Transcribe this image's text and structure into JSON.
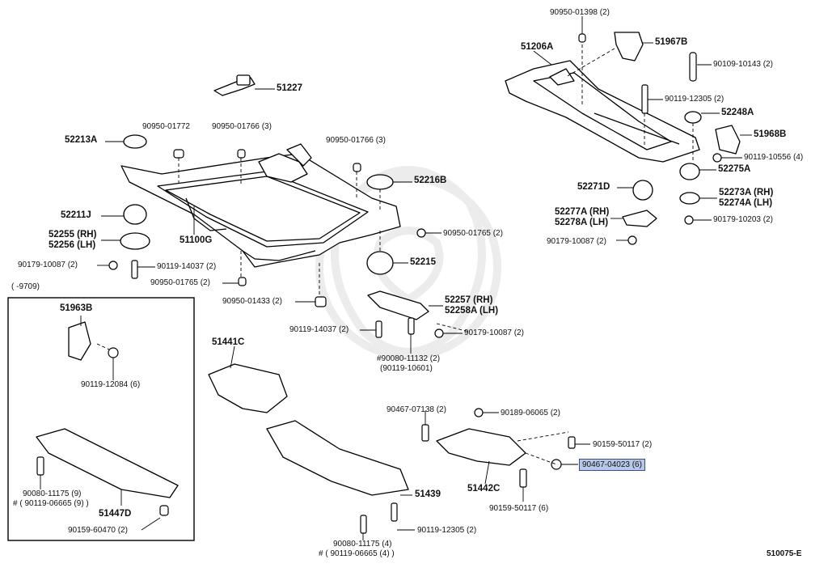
{
  "diagram": {
    "code": "510075-E",
    "date_range": "(      -9709)",
    "labels": {
      "p90950_01398": "90950-01398 (2)",
      "p51967B": "51967B",
      "p51206A": "51206A",
      "p90109_10143": "90109-10143 (2)",
      "p90119_12305a": "90119-12305 (2)",
      "p52248A": "52248A",
      "p51968B": "51968B",
      "p90119_10556": "90119-10556 (4)",
      "p52275A": "52275A",
      "p52271D": "52271D",
      "p52273A": "52273A (RH)",
      "p52274A": "52274A (LH)",
      "p52277A": "52277A (RH)",
      "p52278A": "52278A (LH)",
      "p90179_10203": "90179-10203 (2)",
      "p90179_10087a": "90179-10087 (2)",
      "p51227": "51227",
      "p90950_01772": "90950-01772",
      "p90950_01766a": "90950-01766 (3)",
      "p90950_01766b": "90950-01766 (3)",
      "p52213A": "52213A",
      "p52216B": "52216B",
      "p52211J": "52211J",
      "p52255": "52255 (RH)",
      "p52256": "52256 (LH)",
      "p51100G": "51100G",
      "p90950_01765a": "90950-01765 (2)",
      "p90179_10087b": "90179-10087 (2)",
      "p90119_14037a": "90119-14037 (2)",
      "p90950_01765b": "90950-01765 (2)",
      "p52215": "52215",
      "p90950_01433": "90950-01433 (2)",
      "p52257": "52257  (RH)",
      "p52258A": "52258A (LH)",
      "p90119_14037b": "90119-14037 (2)",
      "p90179_10087c": "90179-10087 (2)",
      "p90080_11132": "#90080-11132 (2)",
      "p90119_10601": "(90119-10601)",
      "p51963B": "51963B",
      "p90119_12084": "90119-12084 (6)",
      "p51441C": "51441C",
      "p90467_07138": "90467-07138 (2)",
      "p90189_06065": "90189-06065 (2)",
      "p90159_50117a": "90159-50117 (2)",
      "p90467_04023": "90467-04023 (6)",
      "p51442C": "51442C",
      "p90159_50117b": "90159-50117 (6)",
      "p51439": "51439",
      "p90080_11175a": "90080-11175 (9)",
      "p90119_06665a": "# ( 90119-06665 (9) )",
      "p51447D": "51447D",
      "p90159_60470": "90159-60470 (2)",
      "p90080_11175b": "90080-11175 (4)",
      "p90119_06665b": "# ( 90119-06665 (4) )",
      "p90119_12305b": "90119-12305 (2)"
    }
  }
}
